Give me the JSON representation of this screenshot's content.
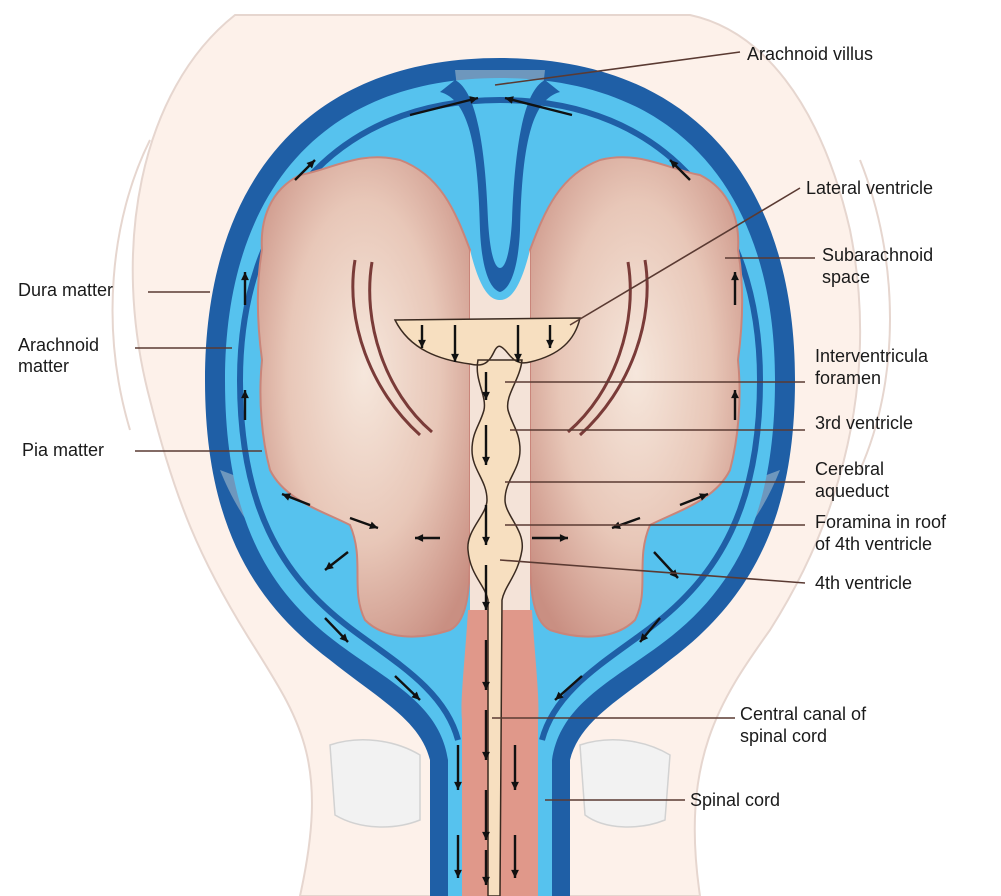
{
  "labels": {
    "arachnoid_villus": "Arachnoid villus",
    "lateral_ventricle": "Lateral ventricle",
    "subarachnoid_space": [
      "Subarachnoid",
      "space"
    ],
    "dura_matter": "Dura matter",
    "arachnoid_matter": [
      "Arachnoid",
      "matter"
    ],
    "pia_matter": "Pia matter",
    "interventricular_foramen": [
      "Interventricula",
      "foramen"
    ],
    "third_ventricle": "3rd ventricle",
    "cerebral_aqueduct": [
      "Cerebral",
      "aqueduct"
    ],
    "foramina_roof": [
      "Foramina in roof",
      "of 4th ventricle"
    ],
    "fourth_ventricle": "4th ventricle",
    "central_canal": [
      "Central canal of",
      "spinal cord"
    ],
    "spinal_cord": "Spinal cord"
  },
  "colors": {
    "dura": "#1f5fa6",
    "csf": "#56c2ee",
    "venous_sinus": "#6e97bd",
    "brain": "#d9a99a",
    "ventricle": "#f7dfc0",
    "skull_outline": "#fbe7dc",
    "spinal_cord": "#e0988a"
  }
}
